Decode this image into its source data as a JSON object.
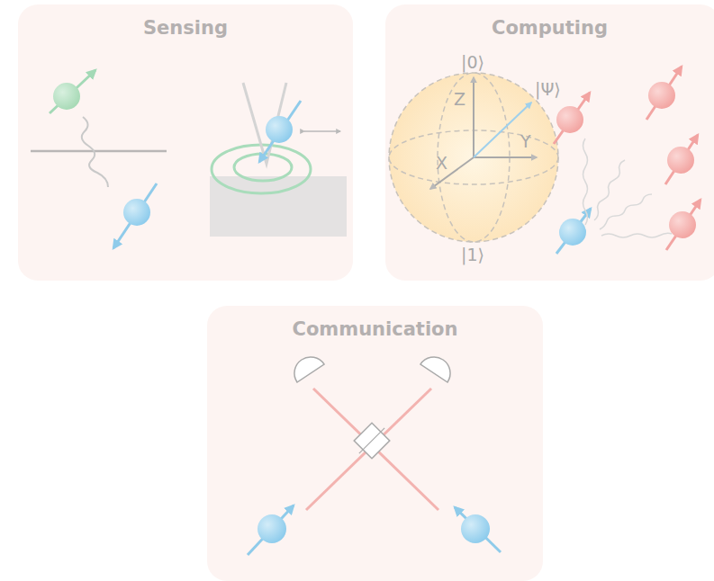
{
  "diagram": {
    "nodes": [
      {
        "text": [
          "Sensing"
        ]
      },
      {
        "text": [
          "Computing"
        ]
      },
      {
        "text": [
          "Communication"
        ]
      }
    ],
    "labels": [
      "|0⟩",
      "Z",
      "|Ψ⟩",
      "X",
      "Y",
      "|1⟩"
    ]
  }
}
